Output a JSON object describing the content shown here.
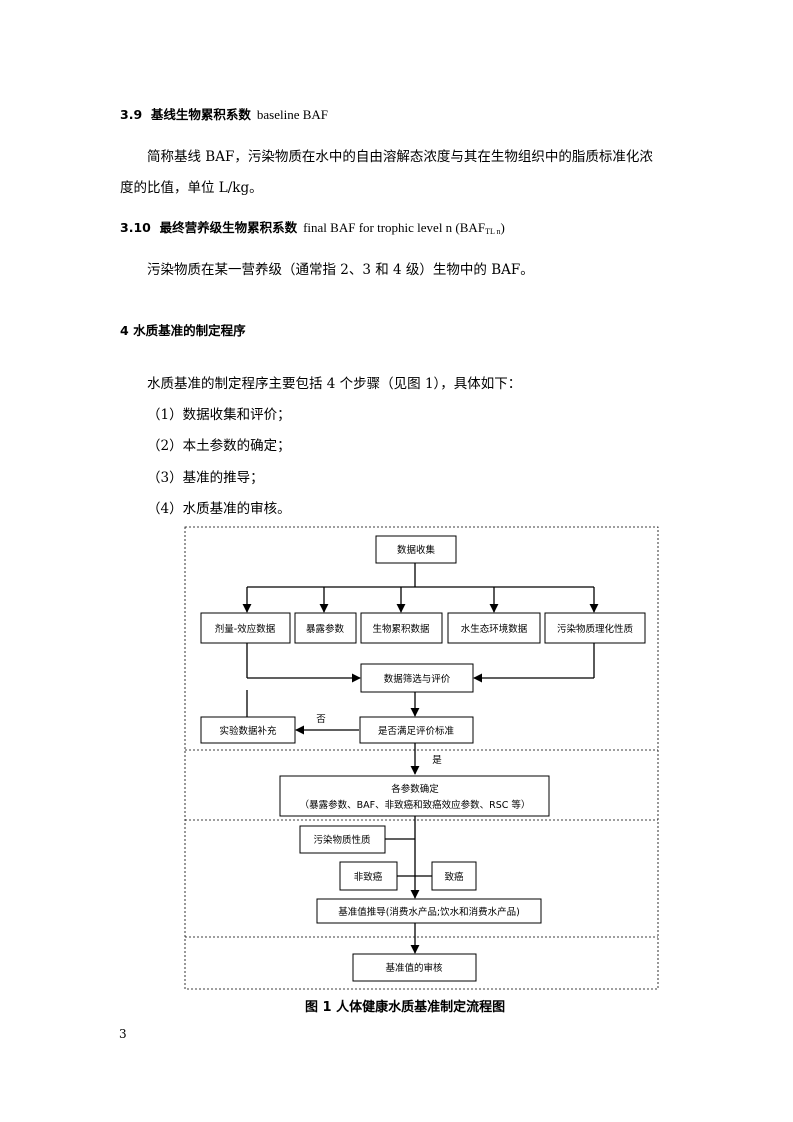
{
  "sec39": {
    "num": "3.9",
    "title": "基线生物累积系数",
    "en": "baseline BAF"
  },
  "sec39_para": {
    "line1": "简称基线 BAF，污染物质在水中的自由溶解态浓度与其在生物组织中的脂质标准化浓",
    "line2": "度的比值，单位 L/kg。"
  },
  "sec310": {
    "num": "3.10",
    "title": "最终营养级生物累积系数",
    "en_pre": "final BAF for trophic level n (BAF",
    "en_sub": "TL n",
    "en_post": ")"
  },
  "sec310_para": "污染物质在某一营养级（通常指 2、3 和 4 级）生物中的 BAF。",
  "sec4": {
    "num": "4",
    "title": "水质基准的制定程序"
  },
  "sec4_intro": "水质基准的制定程序主要包括 4 个步骤（见图 1），具体如下：",
  "steps": [
    "（1）数据收集和评价；",
    "（2）本土参数的确定；",
    "（3）基准的推导；",
    "（4）水质基准的审核。"
  ],
  "flowchart": {
    "collect": "数据收集",
    "dose": "剂量-效应数据",
    "exposure": "暴露参数",
    "bioacc": "生物累积数据",
    "eco": "水生态环境数据",
    "physchem": "污染物质理化性质",
    "screen": "数据筛选与评价",
    "supplement": "实验数据补充",
    "meet": "是否满足评价标准",
    "no": "否",
    "yes": "是",
    "params_line1": "各参数确定",
    "params_line2": "（暴露参数、BAF、非致癌和致癌效应参数、RSC 等）",
    "pollutant_nature": "污染物质性质",
    "noncarc": "非致癌",
    "carc": "致癌",
    "derive": "基准值推导(消费水产品;饮水和消费水产品)",
    "review": "基准值的审核"
  },
  "caption": "图 1 人体健康水质基准制定流程图",
  "page_number": "3"
}
